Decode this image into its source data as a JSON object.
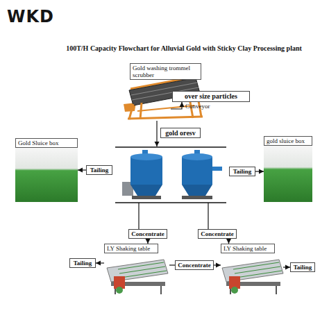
{
  "diagram": {
    "title": "100T/H Capacity Flowchart for Alluvial Gold with Sticky Clay Processing plant",
    "nodes": [
      {
        "text": [
          "Gold washing trommel scrubber"
        ]
      },
      {
        "text": [
          "over size particles"
        ]
      },
      {
        "text": [
          "gold oresv"
        ]
      },
      {
        "text": [
          "Gold Sluice box"
        ]
      },
      {
        "text": [
          "gold sluice box"
        ]
      },
      {
        "text": [
          "Tailing"
        ]
      },
      {
        "text": [
          "Tailing"
        ]
      },
      {
        "text": [
          "Concentrate"
        ]
      },
      {
        "text": [
          "Concentrate"
        ]
      },
      {
        "text": [
          "LY Shaking table"
        ]
      },
      {
        "text": [
          "LY Shaking table"
        ]
      },
      {
        "text": [
          "Tailing"
        ]
      },
      {
        "text": [
          "Concentrate"
        ]
      },
      {
        "text": [
          "Tailing"
        ]
      }
    ],
    "edges": [
      {
        "from": 0,
        "to": 1,
        "label": "Conveyor",
        "arrow": "to"
      },
      {
        "from": 5,
        "to": 3,
        "arrow": "to"
      },
      {
        "from": 6,
        "to": 4,
        "arrow": "to"
      },
      {
        "from": 7,
        "to": 9,
        "arrow": "to"
      },
      {
        "from": 8,
        "to": 10,
        "arrow": "to"
      },
      {
        "from": 9,
        "to": 11,
        "arrow": "to"
      },
      {
        "from": 9,
        "to": 12,
        "arrow": "none"
      },
      {
        "from": 12,
        "to": 10,
        "arrow": "to"
      },
      {
        "from": 10,
        "to": 13,
        "arrow": "to"
      }
    ],
    "labels": [
      "WKD"
    ]
  }
}
